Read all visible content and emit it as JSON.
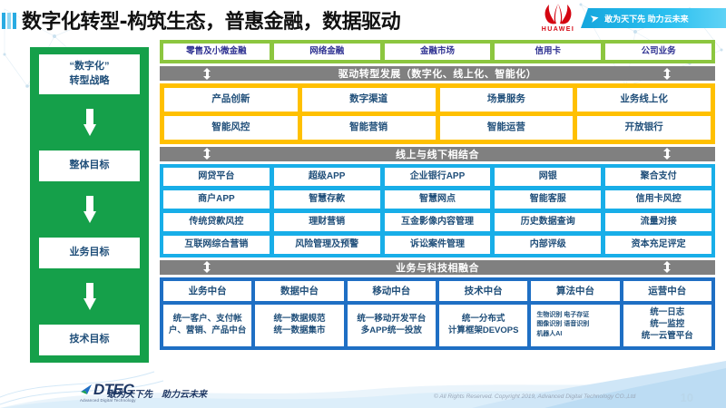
{
  "header": {
    "title": "数字化转型-构筑生态，普惠金融，数据驱动",
    "brand": "HUAWEI",
    "slogan": "敢为天下先 助力云未来",
    "plane_icon": "paper-plane-icon"
  },
  "sidebar": {
    "items": [
      {
        "label": "“数字化”\n转型战略"
      },
      {
        "label": "整体目标"
      },
      {
        "label": "业务目标"
      },
      {
        "label": "技术目标"
      }
    ]
  },
  "business_lines": {
    "items": [
      "零售及小微金融",
      "网络金融",
      "金融市场",
      "信用卡",
      "公司业务"
    ]
  },
  "dividers": {
    "drive": "驱动转型发展（数字化、线上化、智能化）",
    "online_offline": "线上与线下相结合",
    "fusion": "业务与科技相融合"
  },
  "goals": {
    "row1": [
      "产品创新",
      "数字渠道",
      "场景服务",
      "业务线上化"
    ],
    "row2": [
      "智能风控",
      "智能营销",
      "智能运营",
      "开放银行"
    ]
  },
  "capabilities": {
    "row1": [
      "网贷平台",
      "超级APP",
      "企业银行APP",
      "网银",
      "聚合支付"
    ],
    "row2": [
      "商户APP",
      "智慧存款",
      "智慧网点",
      "智能客服",
      "信用卡风控"
    ],
    "row3": [
      "传统贷款风控",
      "理财营销",
      "互金影像内容管理",
      "历史数据查询",
      "流量对接"
    ],
    "row4": [
      "互联网综合营销",
      "风险管理及预警",
      "诉讼案件管理",
      "内部评级",
      "资本充足评定"
    ]
  },
  "platforms": {
    "columns": [
      {
        "head": "业务中台",
        "body": "统一客户、支付帐户、营销、产品中台"
      },
      {
        "head": "数据中台",
        "body": "统一数据规范\n统一数据集市"
      },
      {
        "head": "移动中台",
        "body": "统一移动开发平台\n多APP统一投放"
      },
      {
        "head": "技术中台",
        "body": "统一分布式\n计算框架DEVOPS"
      },
      {
        "head": "算法中台",
        "body": "生物识别 电子存证\n图像识别 语音识别\n机器人AI"
      },
      {
        "head": "运营中台",
        "body": "统一日志\n统一监控\n统一云管平台"
      }
    ]
  },
  "footer": {
    "logo_word": "DTEC",
    "logo_sub": "Advanced Digital Technology",
    "slogan": "敢为天下先　助力云未来",
    "copyright": "© All Rights Reserved. Copyright 2019, Advanced Digital Technology CO.,Ltd",
    "page_number": "10"
  },
  "colors": {
    "green": "#15a04a",
    "lime": "#8cc63f",
    "orange": "#ffc000",
    "cyan": "#18aee8",
    "navy": "#1f6fc4",
    "gray": "#808080",
    "brand_red": "#d40511"
  }
}
